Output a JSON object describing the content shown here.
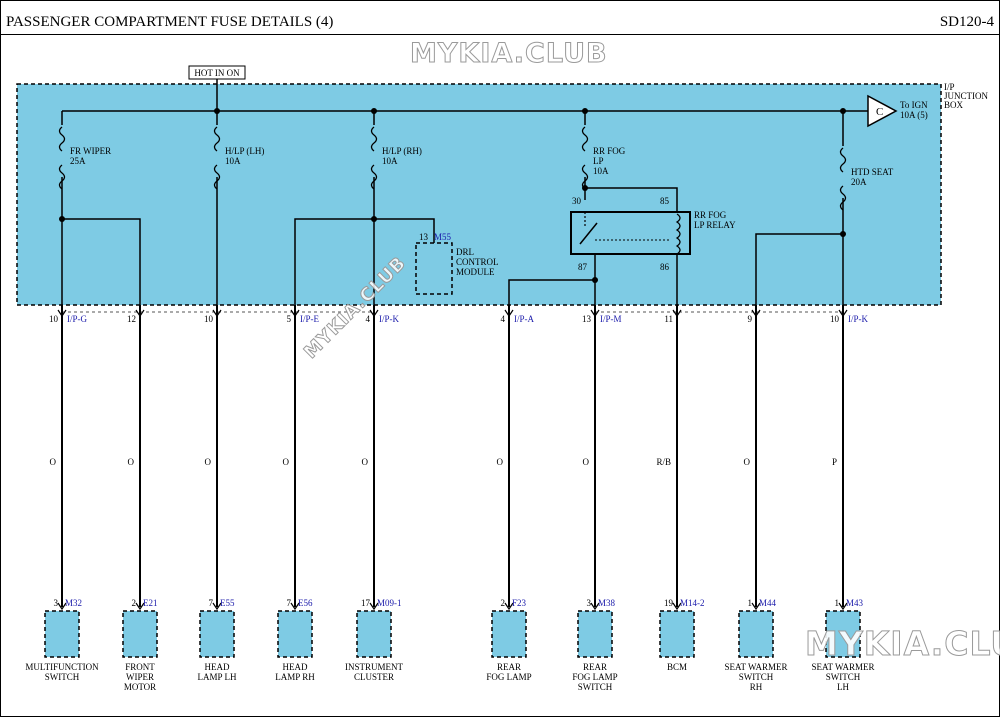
{
  "header": {
    "title": "PASSENGER COMPARTMENT FUSE DETAILS (4)",
    "code": "SD120-4"
  },
  "watermark": "MYKIA.CLUB",
  "hot_label": "HOT IN ON",
  "junction_box_label": [
    "I/P",
    "JUNCTION",
    "BOX"
  ],
  "ign": {
    "connector": "C",
    "label": [
      "To IGN",
      "10A (5)"
    ]
  },
  "colors": {
    "box_fill": "#7ecbe4",
    "connector_id": "#1a1aaa",
    "wire": "#000000"
  },
  "fuses": [
    {
      "id": "fr-wiper",
      "lines": [
        "FR WIPER",
        "25A"
      ]
    },
    {
      "id": "hlp-lh",
      "lines": [
        "H/LP (LH)",
        "10A"
      ]
    },
    {
      "id": "hlp-rh",
      "lines": [
        "H/LP (RH)",
        "10A"
      ]
    },
    {
      "id": "rr-fog",
      "lines": [
        "RR FOG",
        "LP",
        "10A"
      ]
    },
    {
      "id": "htd-seat",
      "lines": [
        "HTD SEAT",
        "20A"
      ]
    }
  ],
  "drl": {
    "pin": "13",
    "connector": "M55",
    "lines": [
      "DRL",
      "CONTROL",
      "MODULE"
    ]
  },
  "relay": {
    "lines": [
      "RR FOG",
      "LP RELAY"
    ],
    "pins": [
      "30",
      "85",
      "87",
      "86"
    ]
  },
  "outputs": [
    {
      "pin": "10",
      "connector": "I/P-G",
      "wire": "O",
      "comp_pin": "3",
      "comp_conn": "M32",
      "name": [
        "MULTIFUNCTION",
        "SWITCH"
      ]
    },
    {
      "pin": "12",
      "connector": "",
      "wire": "O",
      "comp_pin": "2",
      "comp_conn": "E21",
      "name": [
        "FRONT",
        "WIPER",
        "MOTOR"
      ]
    },
    {
      "pin": "10",
      "connector": "",
      "wire": "O",
      "comp_pin": "7",
      "comp_conn": "E55",
      "name": [
        "HEAD",
        "LAMP LH"
      ]
    },
    {
      "pin": "5",
      "connector": "I/P-E",
      "wire": "O",
      "comp_pin": "7",
      "comp_conn": "E56",
      "name": [
        "HEAD",
        "LAMP RH"
      ]
    },
    {
      "pin": "4",
      "connector": "I/P-K",
      "wire": "O",
      "comp_pin": "17",
      "comp_conn": "M09-1",
      "name": [
        "INSTRUMENT",
        "CLUSTER"
      ]
    },
    {
      "pin": "4",
      "connector": "I/P-A",
      "wire": "O",
      "comp_pin": "2",
      "comp_conn": "F23",
      "name": [
        "REAR",
        "FOG LAMP"
      ]
    },
    {
      "pin": "13",
      "connector": "I/P-M",
      "wire": "O",
      "comp_pin": "3",
      "comp_conn": "M38",
      "name": [
        "REAR",
        "FOG LAMP",
        "SWITCH"
      ]
    },
    {
      "pin": "11",
      "connector": "",
      "wire": "R/B",
      "comp_pin": "19",
      "comp_conn": "M14-2",
      "name": [
        "BCM"
      ]
    },
    {
      "pin": "9",
      "connector": "",
      "wire": "O",
      "comp_pin": "1",
      "comp_conn": "M44",
      "name": [
        "SEAT WARMER",
        "SWITCH",
        "RH"
      ]
    },
    {
      "pin": "10",
      "connector": "I/P-K",
      "wire": "P",
      "comp_pin": "1",
      "comp_conn": "M43",
      "name": [
        "SEAT WARMER",
        "SWITCH",
        "LH"
      ]
    }
  ]
}
